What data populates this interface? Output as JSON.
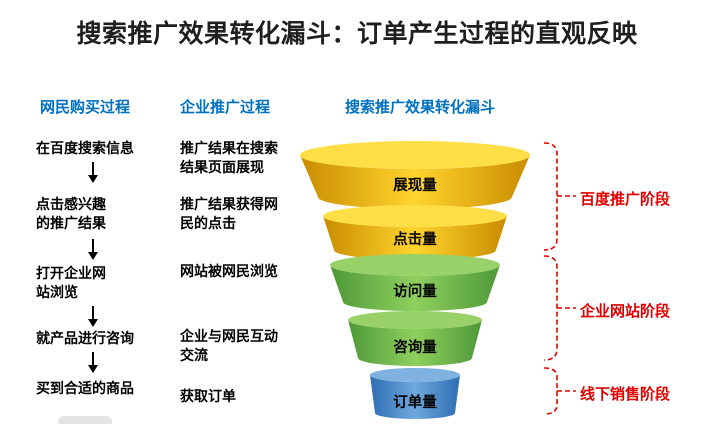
{
  "title": "搜索推广效果转化漏斗：订单产生过程的直观反映",
  "left_column": {
    "header": "网民购买过程",
    "steps": [
      "在百度搜索信息",
      "点击感兴趣\n的推广结果",
      "打开企业网\n站浏览",
      "就产品进行咨询",
      "买到合适的商品"
    ]
  },
  "middle_column": {
    "header": "企业推广过程",
    "steps": [
      "推广结果在搜索\n结果页面展现",
      "推广结果获得网\n民的点击",
      "网站被网民浏览",
      "企业与网民互动\n交流",
      "获取订单"
    ]
  },
  "funnel": {
    "header": "搜索推广效果转化漏斗",
    "layers": [
      {
        "label": "展现量",
        "color": "gold"
      },
      {
        "label": "点击量",
        "color": "gold"
      },
      {
        "label": "访问量",
        "color": "green"
      },
      {
        "label": "咨询量",
        "color": "green"
      },
      {
        "label": "订单量",
        "color": "blue"
      }
    ]
  },
  "stages": [
    {
      "label": "百度推广阶段",
      "covers": [
        "展现量",
        "点击量"
      ]
    },
    {
      "label": "企业网站阶段",
      "covers": [
        "访问量",
        "咨询量"
      ]
    },
    {
      "label": "线下销售阶段",
      "covers": [
        "订单量"
      ]
    }
  ],
  "colors": {
    "header_blue": "#0070C0",
    "stage_red": "#E00000",
    "funnel_gold": "#FFD42E",
    "funnel_green": "#8FD05E",
    "funnel_blue": "#6FA8DC",
    "text_black": "#000000",
    "title_dark": "#1F1F1F"
  }
}
